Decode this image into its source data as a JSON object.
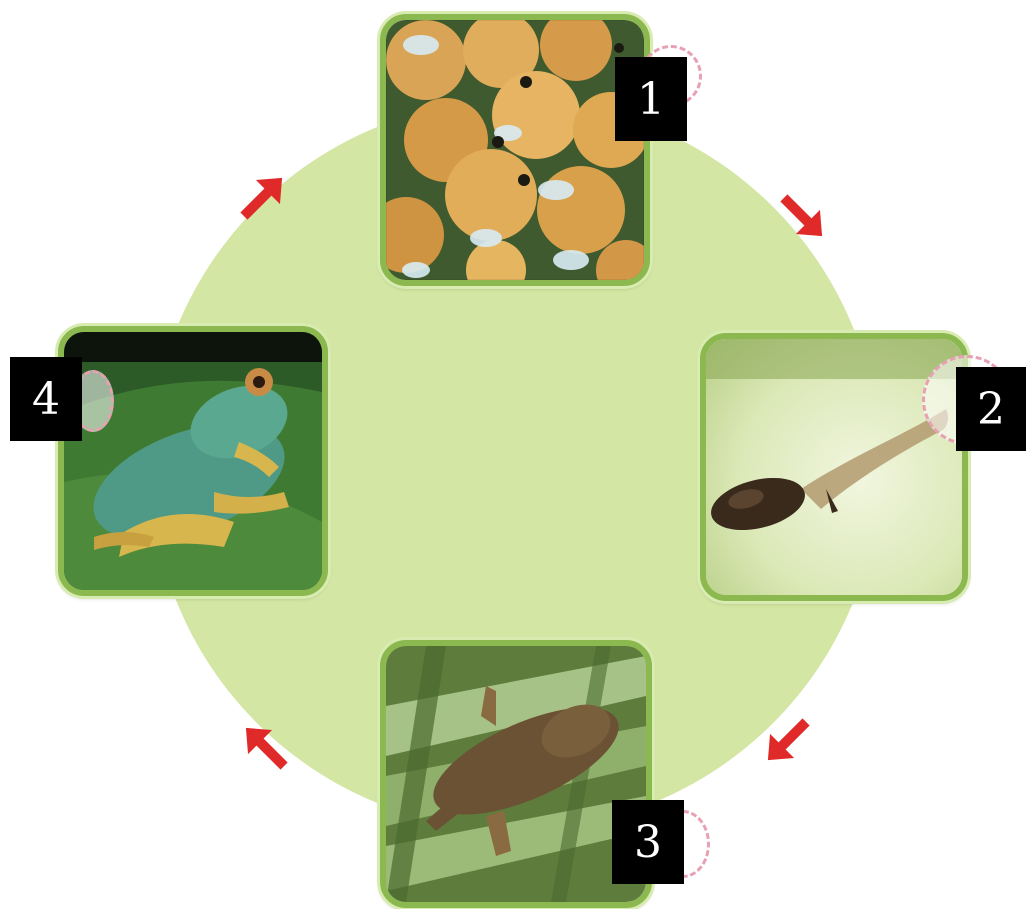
{
  "colors": {
    "circle": "#d3e6a3",
    "frame": "#8cb850",
    "arrow": "#e02a2a",
    "label_bg": "#000000",
    "label_text": "#ffffff"
  },
  "stages": [
    {
      "number": "1",
      "image": "frog-eggs-photo"
    },
    {
      "number": "2",
      "image": "tadpole-photo"
    },
    {
      "number": "3",
      "image": "froglet-photo"
    },
    {
      "number": "4",
      "image": "adult-frog-photo"
    }
  ],
  "arrows": [
    "arrow-right-down-icon",
    "arrow-left-down-icon",
    "arrow-left-up-icon",
    "arrow-right-up-icon"
  ]
}
